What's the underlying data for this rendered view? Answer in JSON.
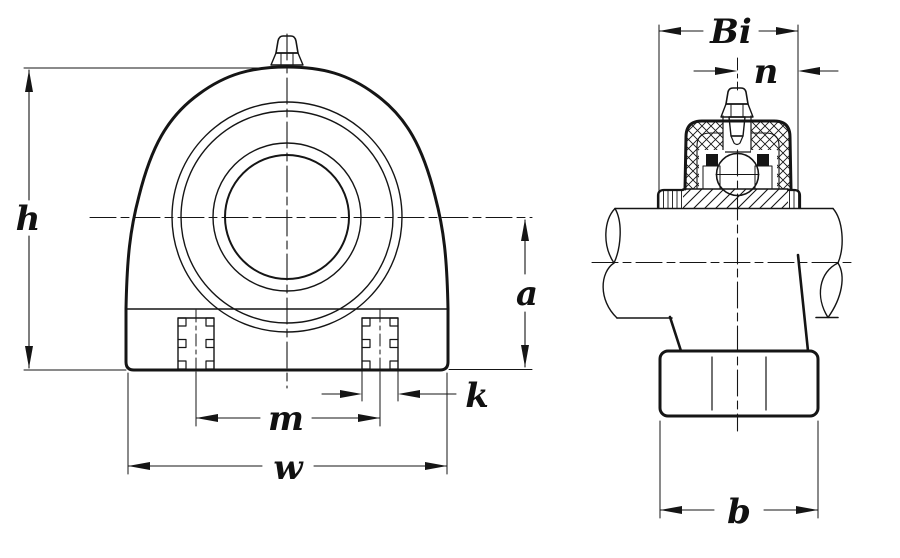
{
  "drawing": {
    "subject": "tapped-base pillow block bearing unit — two orthographic views",
    "ink_color": "#151515",
    "background_color": "#ffffff",
    "front_view": {
      "name": "front view",
      "dims": {
        "h": "h",
        "a": "a",
        "k": "k",
        "m": "m",
        "w": "w"
      }
    },
    "side_view": {
      "name": "side section view",
      "dims": {
        "bi": "Bi",
        "n": "n",
        "b": "b"
      }
    }
  }
}
